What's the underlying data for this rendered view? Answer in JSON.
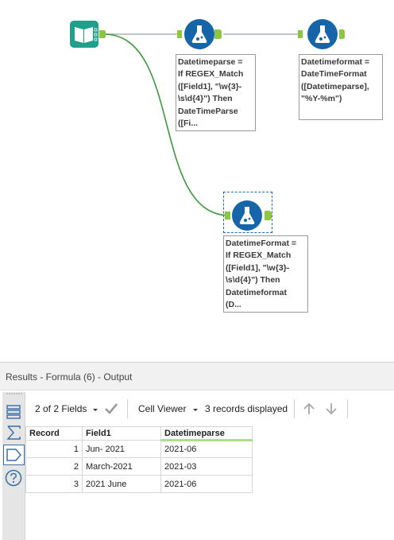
{
  "colors": {
    "input_tool": "#1ea08a",
    "formula_tool": "#1565a8",
    "connector": "#a7b4bc",
    "wire": "#3c9a3c",
    "anchor_green": "#8dc63f"
  },
  "canvas": {
    "input_tool": {
      "icon": "book-input-icon"
    },
    "formulas": [
      {
        "icon": "flask-formula-icon",
        "annotation": "Datetimeparse =\nIf REGEX_Match\n([Field1], \"\\w{3}-\n\\s\\d{4}\") Then\nDateTimeParse\n([Fi..."
      },
      {
        "icon": "flask-formula-icon",
        "annotation": "Datetimeformat =\nDateTimeFormat\n([Datetimeparse],\n\"%Y-%m\")"
      },
      {
        "icon": "flask-formula-icon",
        "annotation": "DatetimeFormat =\nIf REGEX_Match\n([Field1], \"\\w{3}-\n\\s\\d{4}\") Then\nDatetimeformat\n(D..."
      }
    ]
  },
  "results": {
    "title": "Results - Formula (6) - Output",
    "toolbar": {
      "fields_label": "2 of 2 Fields",
      "viewer_label": "Cell Viewer",
      "records_label": "3 records displayed"
    },
    "side_icons": [
      "list-icon",
      "sigma-icon",
      "tag-icon",
      "help-icon"
    ],
    "columns": [
      "Record",
      "Field1",
      "Datetimeparse"
    ],
    "rows": [
      {
        "record": "1",
        "field1": "Jun- 2021",
        "datetimeparse": "2021-06"
      },
      {
        "record": "2",
        "field1": "March-2021",
        "datetimeparse": "2021-03"
      },
      {
        "record": "3",
        "field1": "2021 June",
        "datetimeparse": "2021-06"
      }
    ]
  }
}
